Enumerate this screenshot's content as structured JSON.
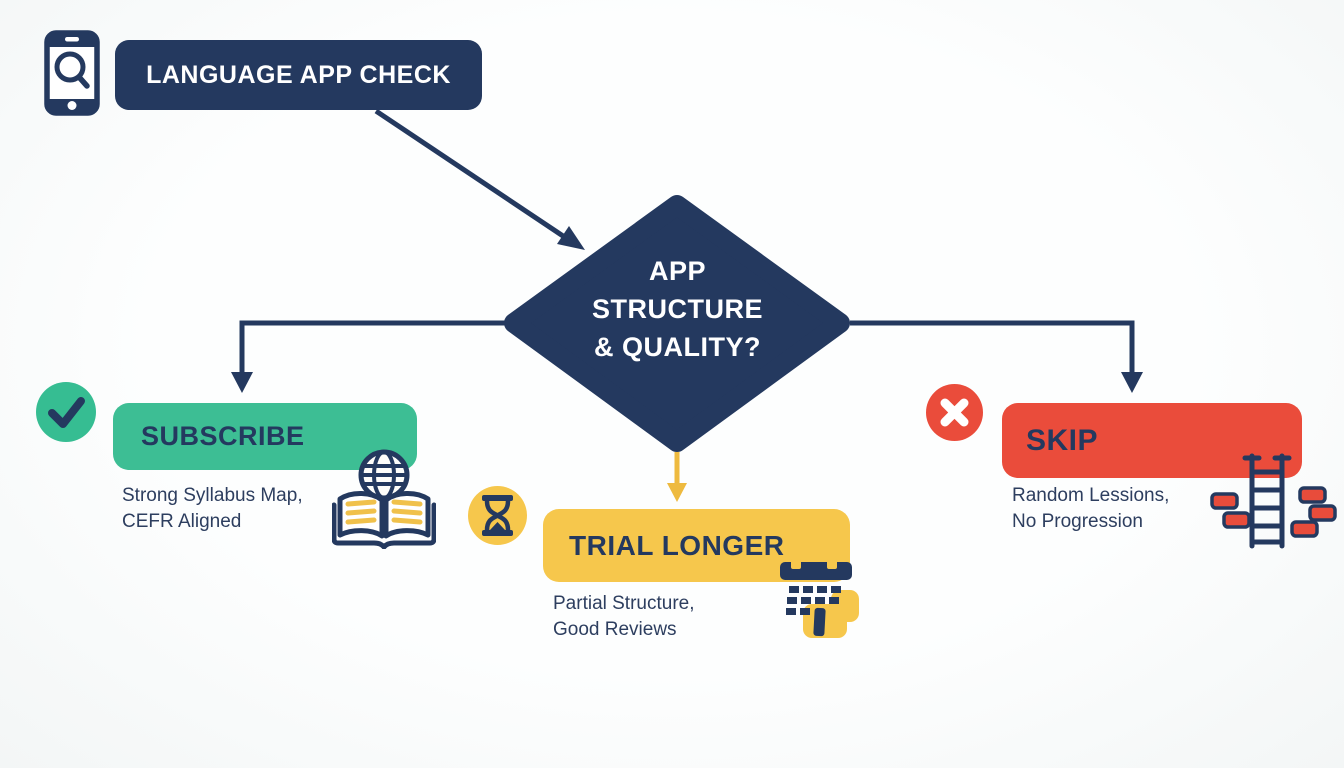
{
  "title": {
    "label": "LANGUAGE APP CHECK",
    "icon": "phone-search-icon"
  },
  "decision": {
    "lines": [
      "APP",
      "STRUCTURE",
      "& QUALITY?"
    ]
  },
  "branches": {
    "subscribe": {
      "label": "SUBSCRIBE",
      "note": [
        "Strong Syllabus Map,",
        "CEFR Aligned"
      ],
      "status_icon": "check-icon",
      "illustration_icon": "globe-book-icon",
      "color": "#3dbe94"
    },
    "trial": {
      "label": "TRIAL LONGER",
      "note": [
        "Partial Structure,",
        "Good Reviews"
      ],
      "status_icon": "hourglass-icon",
      "illustration_icon": "calendar-icon",
      "color": "#f6c74c"
    },
    "skip": {
      "label": "SKIP",
      "note": [
        "Random Lessions,",
        "No Progression"
      ],
      "status_icon": "x-icon",
      "illustration_icon": "ladder-bricks-icon",
      "color": "#ea4c3b"
    }
  },
  "colors": {
    "navy": "#24395f",
    "green": "#3dbe94",
    "yellow": "#f6c74c",
    "yellow_arrow": "#eeba3f",
    "red": "#ea4c3b",
    "note_text": "#2d3e5f",
    "background": "#fcfdfd"
  }
}
